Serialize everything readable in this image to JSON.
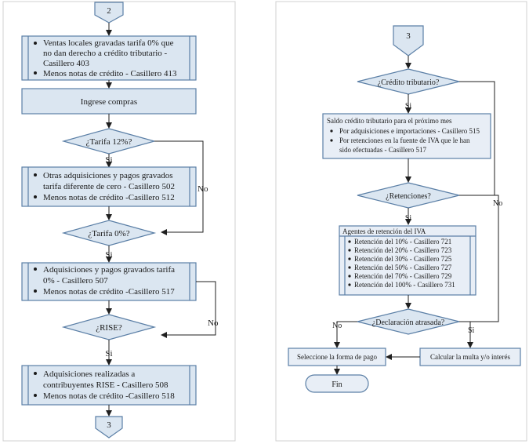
{
  "left": {
    "connector_top": "2",
    "box1": {
      "items": [
        [
          "Ventas locales gravadas tarifa 0% que",
          "no dan derecho a crédito tributario -",
          "Casillero 403"
        ],
        [
          "Menos notas de crédito - Casillero 413"
        ]
      ]
    },
    "ingrese": "Ingrese compras",
    "d_tarifa12": "¿Tarifa 12%?",
    "box2": {
      "items": [
        [
          "Otras adquisiciones y pagos gravados",
          "tarifa diferente de cero - Casillero 502"
        ],
        [
          "Menos notas de crédito -Casillero 512"
        ]
      ]
    },
    "d_tarifa0": "¿Tarifa 0%?",
    "box3": {
      "items": [
        [
          "Adquisiciones y pagos gravados tarifa",
          "0% - Casillero 507"
        ],
        [
          "Menos notas de crédito -Casillero 517"
        ]
      ]
    },
    "d_rise": "¿RISE?",
    "box4": {
      "items": [
        [
          "Adquisiciones realizadas a",
          "contribuyentes RISE - Casillero 508"
        ],
        [
          "Menos notas de crédito -Casillero 518"
        ]
      ]
    },
    "connector_bottom": "3",
    "label_si": "Si",
    "label_no": "No"
  },
  "right": {
    "connector_top": "3",
    "d_credito": "¿Crédito tributario?",
    "box_saldo": {
      "title": "Saldo crédito tributario para el próximo mes",
      "items": [
        [
          "Por adquisiciones e importaciones - Casillero 515"
        ],
        [
          "Por retenciones en la fuente de IVA que le han",
          "sido efectuadas - Casillero 517"
        ]
      ]
    },
    "d_retenciones": "¿Retenciones?",
    "box_agentes": {
      "title": "Agentes de retención del IVA",
      "items": [
        "Retención del 10% - Casillero 721",
        "Retención del 20% - Casillero 723",
        "Retención del 30% - Casillero 725",
        "Retención del 50% - Casillero 727",
        "Retención del 70% - Casillero 729",
        "Retención del 100% - Casillero 731"
      ]
    },
    "d_declaracion": "¿Declaración atrasada?",
    "seleccione": "Seleccione la forma de pago",
    "calcular": "Calcular la multa y/o interés",
    "fin": "Fin",
    "label_si": "Si",
    "label_no": "No"
  }
}
